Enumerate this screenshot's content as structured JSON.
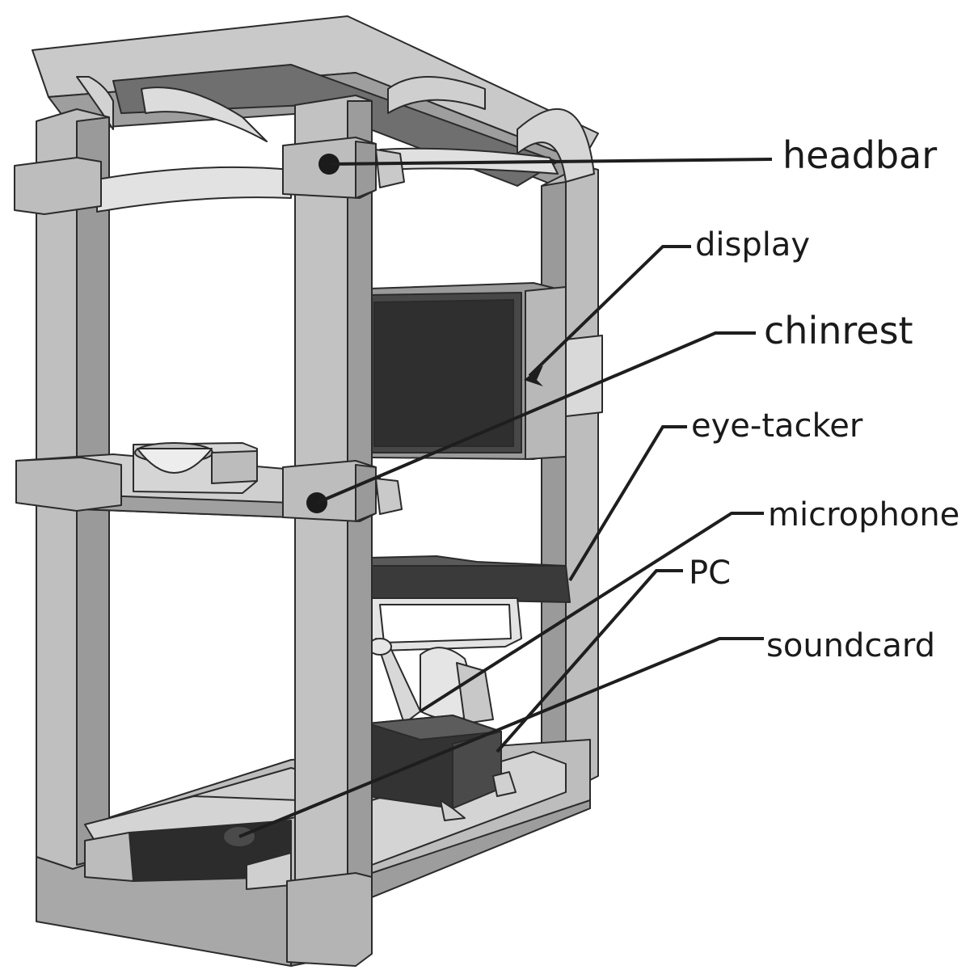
{
  "labels": {
    "headbar": "headbar",
    "display": "display",
    "chinrest": "chinrest",
    "eye_tacker": "eye-tacker",
    "microphone": "microphone",
    "pc": "PC",
    "soundcard": "soundcard"
  }
}
